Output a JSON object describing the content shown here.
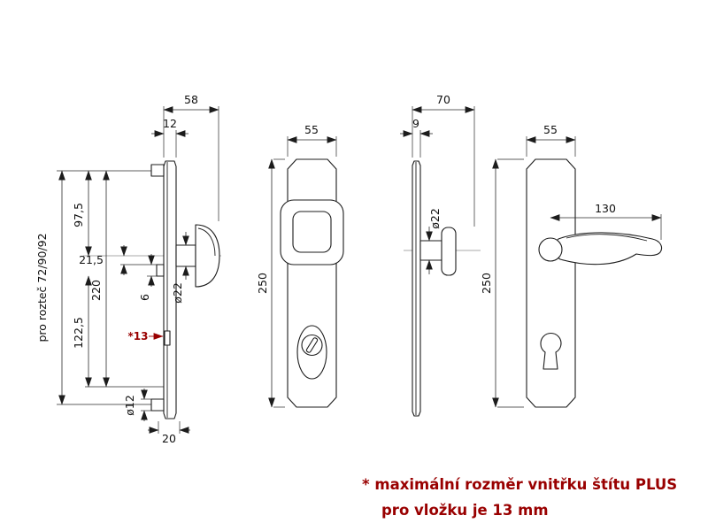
{
  "views": {
    "exterior_side": {
      "d58": "58",
      "d12": "12",
      "roztec": "pro rozteč 72/90/92",
      "d220": "220",
      "d97_5": "97,5",
      "d21_5": "21,5",
      "d6": "6",
      "d122_5": "122,5",
      "dia22": "ø22",
      "dia12": "ø12",
      "d20": "20",
      "star13": "*13"
    },
    "exterior_front": {
      "d55": "55",
      "d250": "250"
    },
    "interior_side": {
      "d70": "70",
      "d9": "9",
      "dia22": "ø22"
    },
    "interior_front": {
      "d55": "55",
      "d250": "250",
      "d130": "130"
    }
  },
  "note": {
    "line1": "* maximální rozměr vnitřku štítu PLUS",
    "line2": "pro vložku je 13 mm"
  },
  "colors": {
    "line": "#1c1c1c",
    "accent_red": "#990000",
    "background": "#ffffff"
  }
}
